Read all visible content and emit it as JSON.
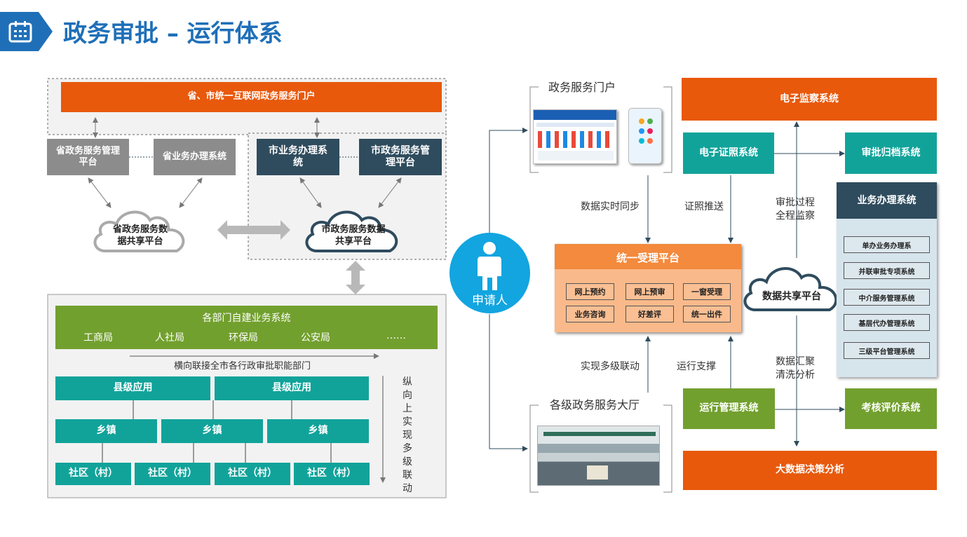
{
  "header": {
    "title": "政务审批 – 运行体系",
    "icon": "calendar-icon",
    "accent": "#1f6fb8"
  },
  "left": {
    "portal": "省、市统一互联网政务服务门户",
    "province_mgmt": "省政务服务管理平台",
    "province_biz": "省业务办理系统",
    "city_biz": "市业务办理系统",
    "city_mgmt": "市政务服务管理平台",
    "province_cloud": "省政务服务数据共享平台",
    "city_cloud": "市政务服务数据共享平台",
    "dept_title": "各部门自建业务系统",
    "depts": [
      "工商局",
      "人社局",
      "环保局",
      "公安局",
      "……"
    ],
    "horizontal_note": "横向联接全市各行政审批职能部门",
    "county": [
      "县级应用",
      "县级应用"
    ],
    "town": [
      "乡镇",
      "乡镇",
      "乡镇"
    ],
    "village": [
      "社区（村）",
      "社区（村）",
      "社区（村）",
      "社区（村）"
    ],
    "vertical_note": "纵向上实现多级联动"
  },
  "applicant": "申请人",
  "right": {
    "portal_label": "政务服务门户",
    "hall_label": "各级政务服务大厅",
    "edge_sync": "数据实时同步",
    "edge_cert_push": "证照推送",
    "edge_supervise": "审批过程全程监察",
    "edge_multilevel": "实现多级联动",
    "edge_support": "运行支撑",
    "edge_aggregate": "数据汇聚清洗分析",
    "unified_title": "统一受理平台",
    "unified_items": [
      "网上预约",
      "网上预审",
      "一窗受理",
      "业务咨询",
      "好差评",
      "统一出件"
    ],
    "data_cloud": "数据共享平台",
    "monitor": "电子监察系统",
    "cert": "电子证照系统",
    "archive": "审批归档系统",
    "biz_title": "业务办理系统",
    "biz_items": [
      "单办业务办理系",
      "并联审批专项系统",
      "中介服务管理系统",
      "基层代办管理系统",
      "三级平台管理系统"
    ],
    "ops": "运行管理系统",
    "eval": "考核评价系统",
    "bigdata": "大数据决策分析"
  }
}
